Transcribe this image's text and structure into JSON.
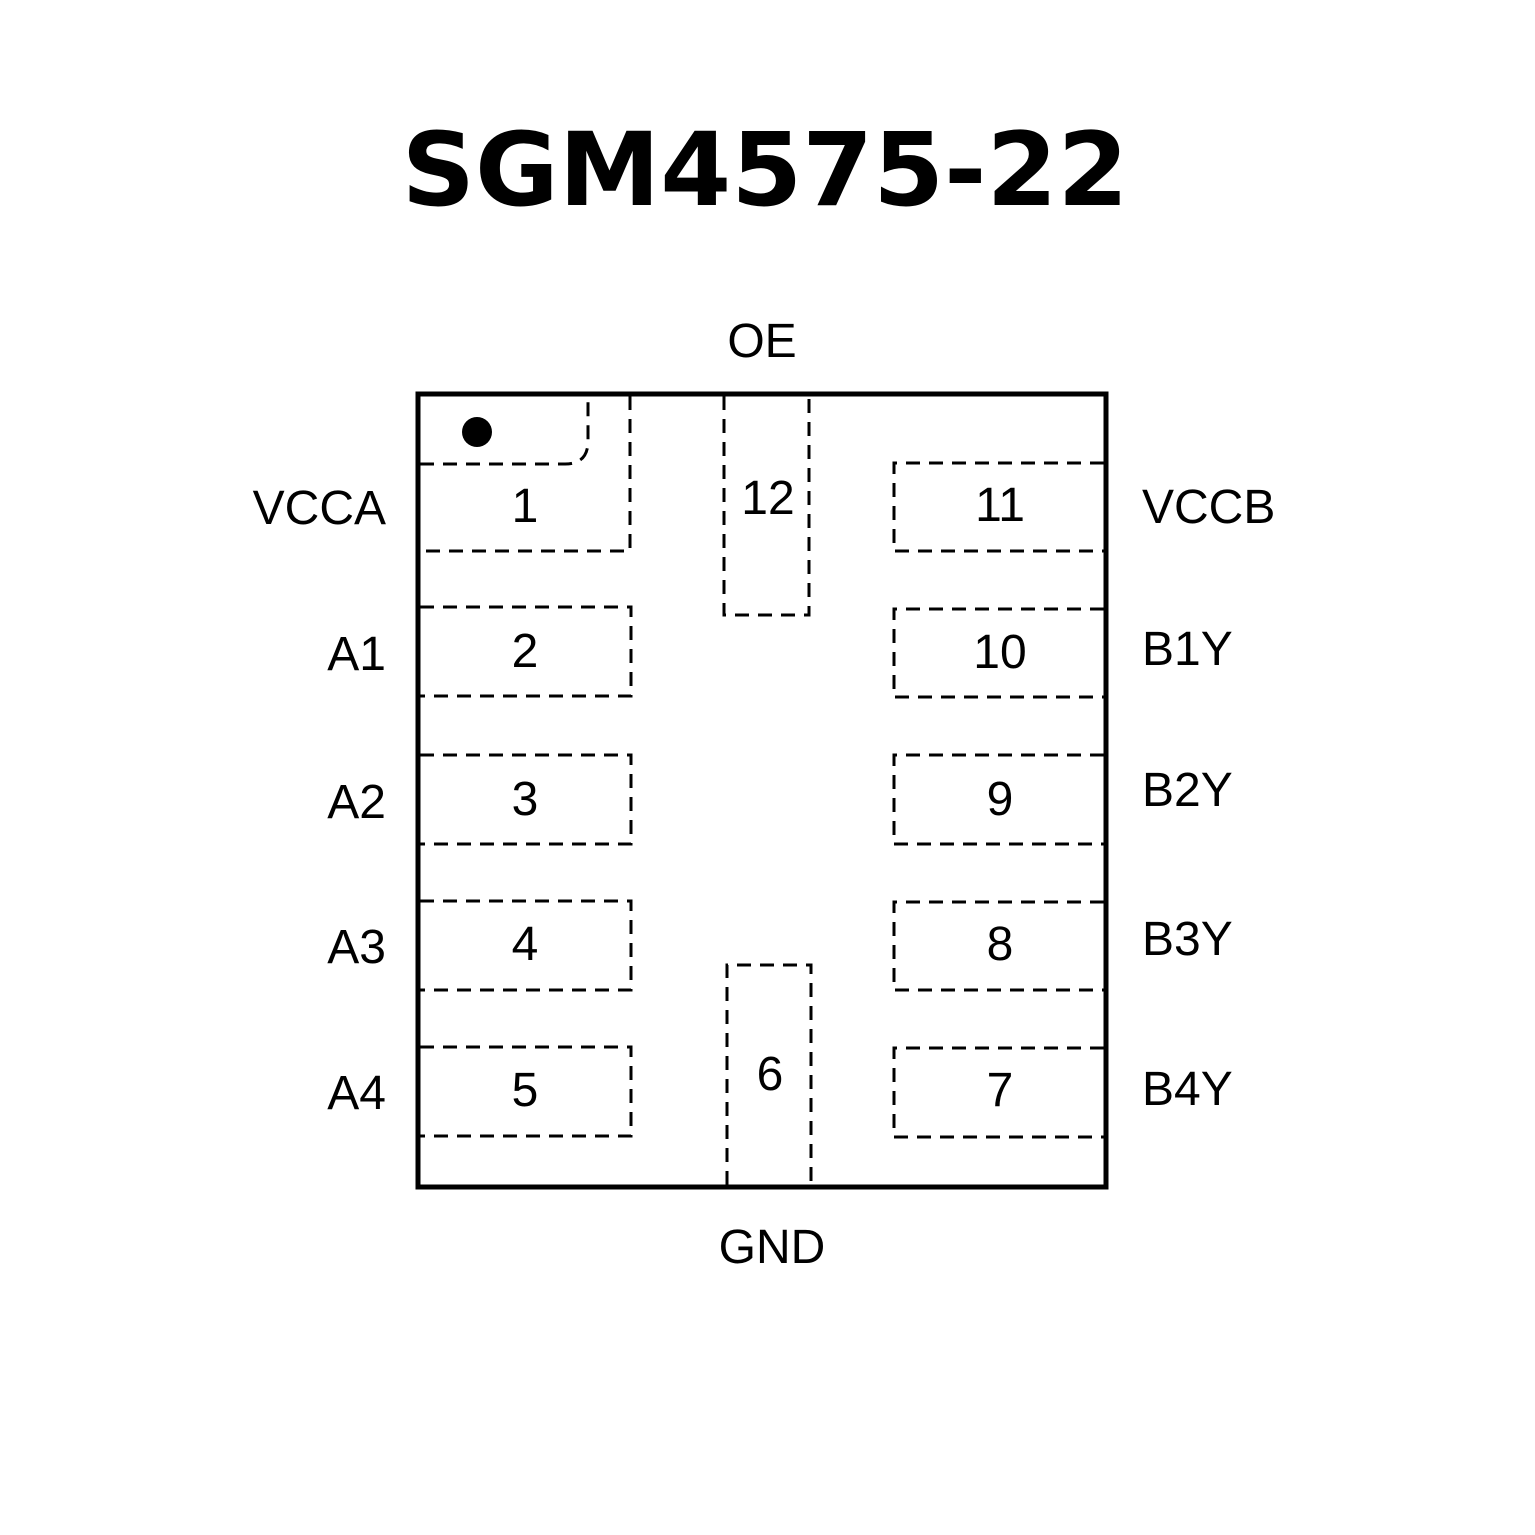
{
  "title": "SGM4575-22",
  "package": {
    "pin1_marker": "dot",
    "outline_color": "#000000"
  },
  "pins": [
    {
      "number": "1",
      "name": "VCCA",
      "side": "left"
    },
    {
      "number": "2",
      "name": "A1",
      "side": "left"
    },
    {
      "number": "3",
      "name": "A2",
      "side": "left"
    },
    {
      "number": "4",
      "name": "A3",
      "side": "left"
    },
    {
      "number": "5",
      "name": "A4",
      "side": "left"
    },
    {
      "number": "6",
      "name": "GND",
      "side": "bottom"
    },
    {
      "number": "7",
      "name": "B4Y",
      "side": "right"
    },
    {
      "number": "8",
      "name": "B3Y",
      "side": "right"
    },
    {
      "number": "9",
      "name": "B2Y",
      "side": "right"
    },
    {
      "number": "10",
      "name": "B1Y",
      "side": "right"
    },
    {
      "number": "11",
      "name": "VCCB",
      "side": "right"
    },
    {
      "number": "12",
      "name": "OE",
      "side": "top"
    }
  ]
}
